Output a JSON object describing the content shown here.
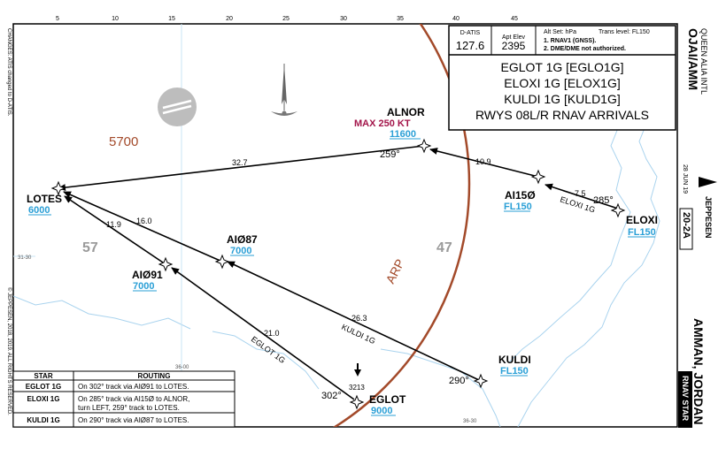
{
  "airport": {
    "icao_iata": "OJAI/AMM",
    "name": "QUEEN ALIA INTL",
    "city": "AMMAN, JORDAN"
  },
  "chart": {
    "date": "28 JUN 19",
    "index": "20-2A",
    "publisher": "JEPPESEN",
    "type": "RNAV STAR"
  },
  "notes": {
    "changes": "CHANGES: ATIS changed to D-ATIS.",
    "copyright": "© JEPPESEN, 2018, 2019. ALL RIGHTS RESERVED."
  },
  "header": {
    "datis_label": "D-ATIS",
    "datis_freq": "127.6",
    "elev_label": "Apt Elev",
    "elev_value": "2395",
    "altset": "Alt Set: hPa",
    "trans": "Trans level: FL150",
    "note1": "1. RNAV1 (GNSS).",
    "note2": "2. DME/DME not authorized."
  },
  "title_lines": [
    "EGLOT 1G [EGLO1G]",
    "ELOXI 1G [ELOX1G]",
    "KULDI 1G [KULD1G]",
    "RWYS 08L/R RNAV ARRIVALS"
  ],
  "scale_ticks": [
    "5",
    "10",
    "15",
    "20",
    "25",
    "30",
    "35",
    "40",
    "45"
  ],
  "grid_labels": {
    "lat1": "31-30",
    "lon1": "36-00",
    "lon2": "36-30"
  },
  "msa": {
    "sector_alt": "5700",
    "left_alt": "57",
    "right_alt": "47",
    "arp": "ARP"
  },
  "waypoints": {
    "alnor": {
      "name": "ALNOR",
      "alt": "11600",
      "speed": "MAX 250 KT"
    },
    "lotes": {
      "name": "LOTES",
      "alt": "6000"
    },
    "ai087": {
      "name": "AIØ87",
      "alt": "7000"
    },
    "ai091": {
      "name": "AIØ91",
      "alt": "7000"
    },
    "ai150": {
      "name": "AI15Ø",
      "alt": "FL150"
    },
    "eloxi": {
      "name": "ELOXI",
      "alt": "FL150"
    },
    "kuldi": {
      "name": "KULDI",
      "alt": "FL150"
    },
    "eglot": {
      "name": "EGLOT",
      "alt": "9000",
      "spot_elev": "3213"
    }
  },
  "legs": {
    "alnor_lotes": "32.7",
    "ai150_alnor": "10.9",
    "eloxi_ai150": "7.5",
    "ai087_lotes": "16.0",
    "ai091_lotes": "11.9",
    "kuldi_ai087": "26.3",
    "eglot_ai091": "21.0",
    "eloxi_label": "ELOXI 1G",
    "kuldi_label": "KULDI 1G",
    "eglot_label": "EGLOT 1G"
  },
  "bearings": {
    "alnor": "259°",
    "eloxi": "285°",
    "kuldi": "290°",
    "eglot": "302°"
  },
  "routing_table": {
    "headers": [
      "STAR",
      "ROUTING"
    ],
    "rows": [
      {
        "star": "EGLOT 1G",
        "routing": [
          "On 302° track via AIØ91 to LOTES."
        ]
      },
      {
        "star": "ELOXI 1G",
        "routing": [
          "On 285° track via AI15Ø to ALNOR,",
          "turn LEFT, 259° track to LOTES."
        ]
      },
      {
        "star": "KULDI 1G",
        "routing": [
          "On 290° track via AIØ87 to LOTES."
        ]
      }
    ]
  }
}
